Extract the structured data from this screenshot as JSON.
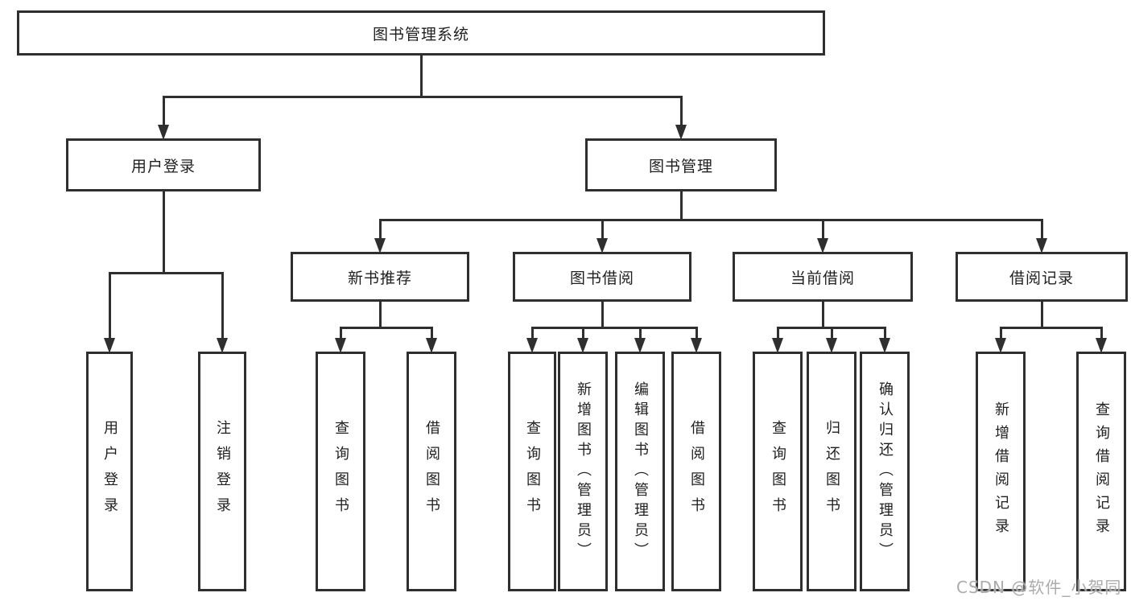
{
  "diagram": {
    "title": "图书管理系统",
    "nodes": [
      {
        "id": "root",
        "label": "图书管理系统",
        "orientation": "horizontal"
      },
      {
        "id": "user-login",
        "label": "用户登录",
        "orientation": "horizontal"
      },
      {
        "id": "book-management",
        "label": "图书管理",
        "orientation": "horizontal"
      },
      {
        "id": "new-book-recommend",
        "label": "新书推荐",
        "orientation": "horizontal"
      },
      {
        "id": "book-borrowing",
        "label": "图书借阅",
        "orientation": "horizontal"
      },
      {
        "id": "current-borrowing",
        "label": "当前借阅",
        "orientation": "horizontal"
      },
      {
        "id": "borrowing-records",
        "label": "借阅记录",
        "orientation": "horizontal"
      },
      {
        "id": "leaf-user-login",
        "label": "用户登录",
        "orientation": "vertical"
      },
      {
        "id": "leaf-logout",
        "label": "注销登录",
        "orientation": "vertical"
      },
      {
        "id": "leaf-query-books-recommend",
        "label": "查询图书",
        "orientation": "vertical"
      },
      {
        "id": "leaf-borrow-books-recommend",
        "label": "借阅图书",
        "orientation": "vertical"
      },
      {
        "id": "leaf-query-books-borrow",
        "label": "查询图书",
        "orientation": "vertical"
      },
      {
        "id": "leaf-add-books-admin",
        "label": "新增图书（管理员）",
        "orientation": "vertical"
      },
      {
        "id": "leaf-edit-books-admin",
        "label": "编辑图书（管理员）",
        "orientation": "vertical"
      },
      {
        "id": "leaf-borrow-books",
        "label": "借阅图书",
        "orientation": "vertical"
      },
      {
        "id": "leaf-query-books-current",
        "label": "查询图书",
        "orientation": "vertical"
      },
      {
        "id": "leaf-return-books",
        "label": "归还图书",
        "orientation": "vertical"
      },
      {
        "id": "leaf-confirm-return-admin",
        "label": "确认归还（管理员）",
        "orientation": "vertical"
      },
      {
        "id": "leaf-add-borrow-record",
        "label": "新增借阅记录",
        "orientation": "vertical"
      },
      {
        "id": "leaf-query-borrow-record",
        "label": "查询借阅记录",
        "orientation": "vertical"
      }
    ],
    "edges": [
      {
        "parent": "root",
        "children": [
          "user-login",
          "book-management"
        ]
      },
      {
        "parent": "user-login",
        "children": [
          "leaf-user-login",
          "leaf-logout"
        ]
      },
      {
        "parent": "book-management",
        "children": [
          "new-book-recommend",
          "book-borrowing",
          "current-borrowing",
          "borrowing-records"
        ]
      },
      {
        "parent": "new-book-recommend",
        "children": [
          "leaf-query-books-recommend",
          "leaf-borrow-books-recommend"
        ]
      },
      {
        "parent": "book-borrowing",
        "children": [
          "leaf-query-books-borrow",
          "leaf-add-books-admin",
          "leaf-edit-books-admin",
          "leaf-borrow-books"
        ]
      },
      {
        "parent": "current-borrowing",
        "children": [
          "leaf-query-books-current",
          "leaf-return-books",
          "leaf-confirm-return-admin"
        ]
      },
      {
        "parent": "borrowing-records",
        "children": [
          "leaf-add-borrow-record",
          "leaf-query-borrow-record"
        ]
      }
    ]
  },
  "watermark": {
    "text": "CSDN @软件_小贺同学"
  },
  "colors": {
    "line": "#2f2f2f",
    "text": "#1f1f1f",
    "watermark": "#ababab",
    "background": "#ffffff"
  }
}
